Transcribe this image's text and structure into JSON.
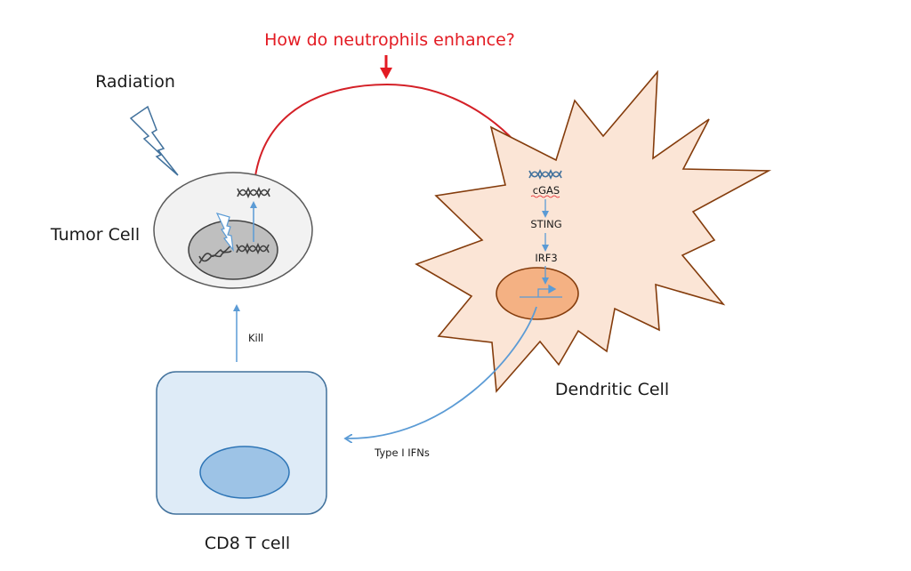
{
  "diagram": {
    "question": "How do neutrophils enhance?",
    "labels": {
      "radiation": "Radiation",
      "tumor_cell": "Tumor Cell",
      "dendritic_cell": "Dendritic Cell",
      "cd8_t_cell": "CD8 T cell",
      "kill": "Kill",
      "type_i_ifns": "Type I IFNs"
    },
    "pathway": [
      "cGAS",
      "STING",
      "IRF3"
    ],
    "colors": {
      "question_red": "#e31b23",
      "arrow_blue": "#5b9bd5",
      "dc_fill": "#fbe5d6",
      "dc_stroke": "#843c0c",
      "dc_nucleus": "#f4b183",
      "tumor_fill": "#f2f2f2",
      "tumor_nucleus": "#bfbfbf",
      "tcell_fill": "#deebf7",
      "tcell_stroke": "#41719c",
      "tcell_nucleus": "#9dc3e6"
    }
  }
}
